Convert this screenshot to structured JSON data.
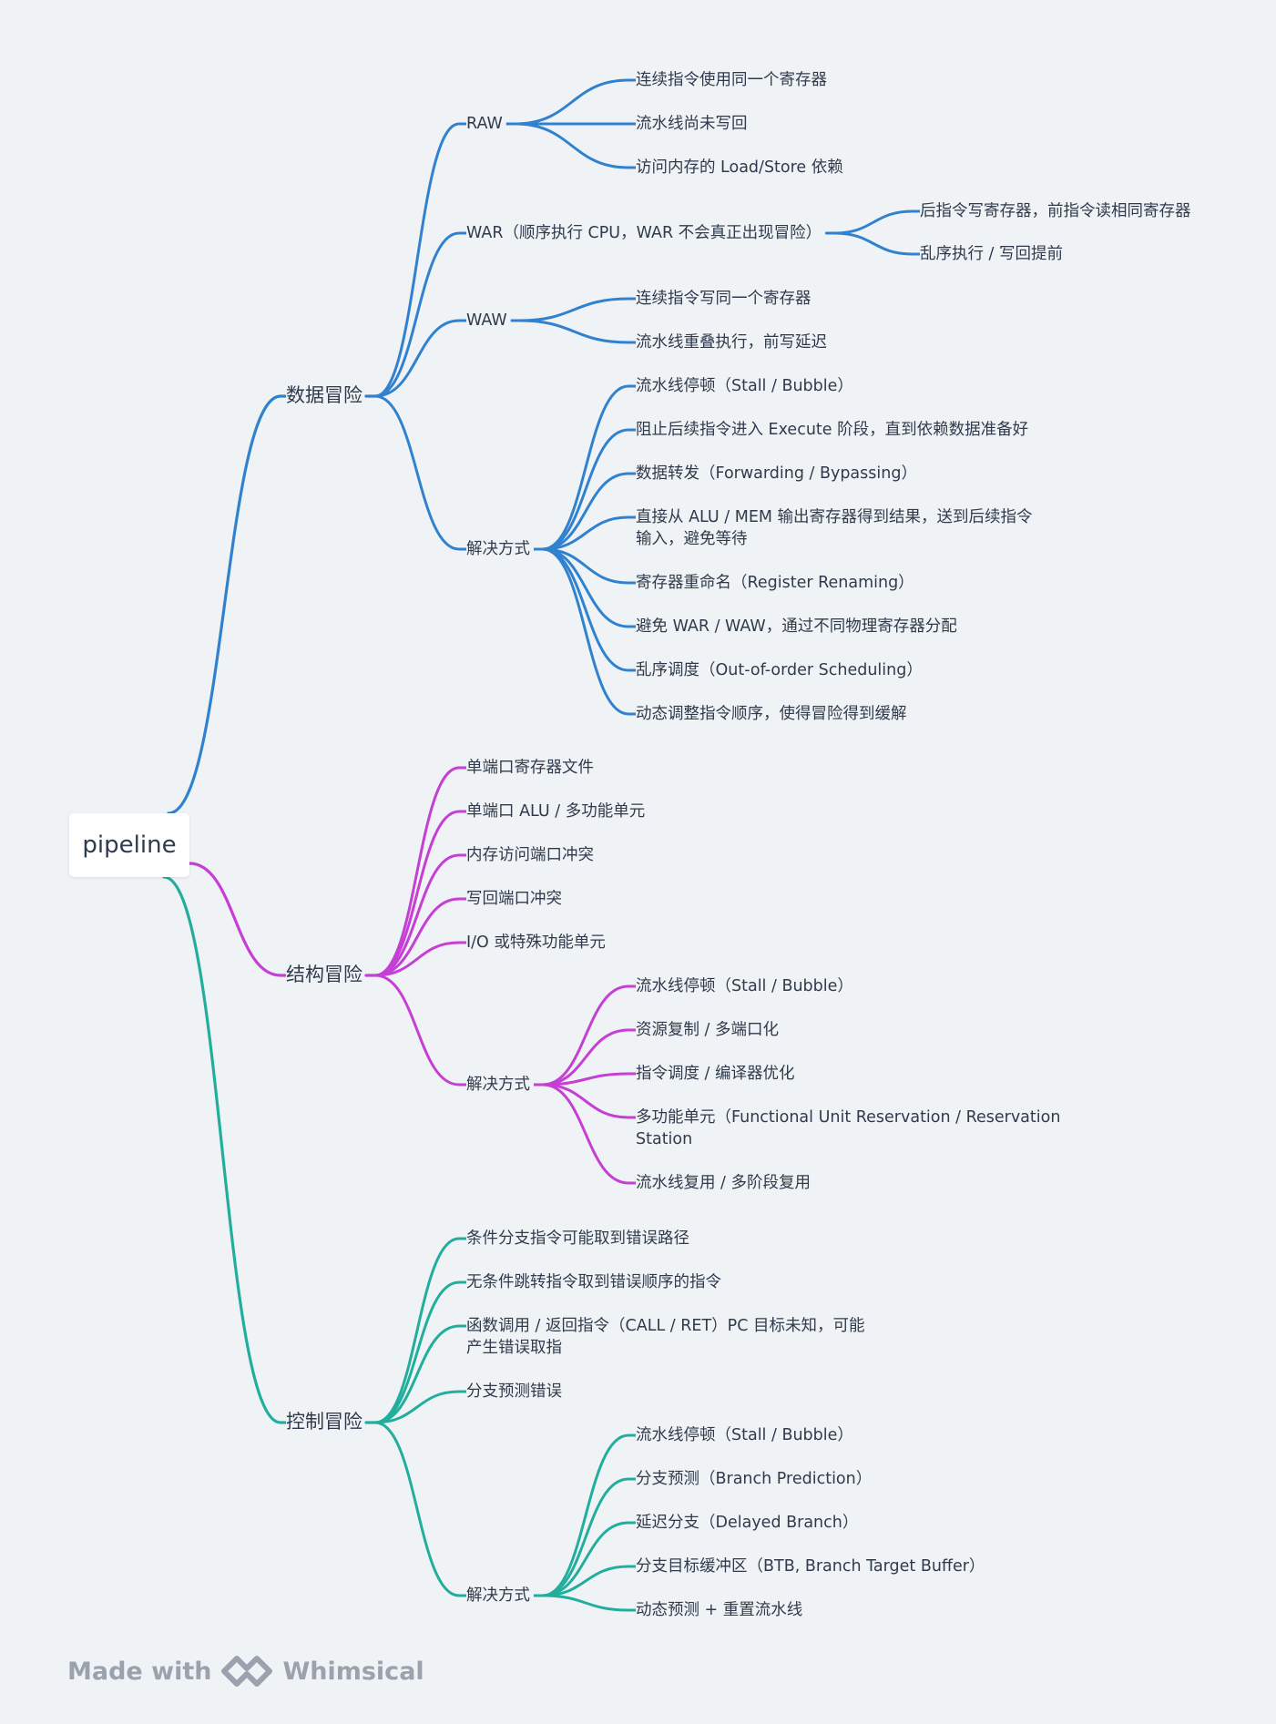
{
  "root": {
    "label": "pipeline"
  },
  "branches": [
    {
      "label": "数据冒险",
      "color": "#3182ce",
      "children": [
        {
          "label": "RAW",
          "children": [
            {
              "label": "连续指令使用同一个寄存器"
            },
            {
              "label": "流水线尚未写回"
            },
            {
              "label": "访问内存的 Load/Store 依赖"
            }
          ]
        },
        {
          "label": "WAR（顺序执行 CPU，WAR 不会真正出现冒险）",
          "children": [
            {
              "label": "后指令写寄存器，前指令读相同寄存器"
            },
            {
              "label": "乱序执行 / 写回提前"
            }
          ]
        },
        {
          "label": "WAW",
          "children": [
            {
              "label": "连续指令写同一个寄存器"
            },
            {
              "label": "流水线重叠执行，前写延迟"
            }
          ]
        },
        {
          "label": "解决方式",
          "children": [
            {
              "label": "流水线停顿（Stall / Bubble）"
            },
            {
              "label": "阻止后续指令进入 Execute 阶段，直到依赖数据准备好"
            },
            {
              "label": "数据转发（Forwarding / Bypassing）"
            },
            {
              "label": "直接从 ALU / MEM 输出寄存器得到结果，送到后续指令",
              "label2": "输入，避免等待"
            },
            {
              "label": "寄存器重命名（Register Renaming）"
            },
            {
              "label": "避免 WAR / WAW，通过不同物理寄存器分配"
            },
            {
              "label": "乱序调度（Out-of-order Scheduling）"
            },
            {
              "label": "动态调整指令顺序，使得冒险得到缓解"
            }
          ]
        }
      ]
    },
    {
      "label": "结构冒险",
      "color": "#c53fd4",
      "children": [
        {
          "label": "单端口寄存器文件"
        },
        {
          "label": "单端口 ALU / 多功能单元"
        },
        {
          "label": "内存访问端口冲突"
        },
        {
          "label": "写回端口冲突"
        },
        {
          "label": "I/O 或特殊功能单元"
        },
        {
          "label": "解决方式",
          "children": [
            {
              "label": "流水线停顿（Stall / Bubble）"
            },
            {
              "label": "资源复制 / 多端口化"
            },
            {
              "label": "指令调度 / 编译器优化"
            },
            {
              "label": "多功能单元（Functional Unit Reservation / Reservation",
              "label2": "Station"
            },
            {
              "label": "流水线复用 / 多阶段复用"
            }
          ]
        }
      ]
    },
    {
      "label": "控制冒险",
      "color": "#22ae9d",
      "children": [
        {
          "label": "条件分支指令可能取到错误路径"
        },
        {
          "label": "无条件跳转指令取到错误顺序的指令"
        },
        {
          "label": "函数调用 / 返回指令（CALL / RET）PC 目标未知，可能",
          "label2": "产生错误取指"
        },
        {
          "label": "分支预测错误"
        },
        {
          "label": "解决方式",
          "children": [
            {
              "label": "流水线停顿（Stall / Bubble）"
            },
            {
              "label": "分支预测（Branch Prediction）"
            },
            {
              "label": "延迟分支（Delayed Branch）"
            },
            {
              "label": "分支目标缓冲区（BTB, Branch Target Buffer）"
            },
            {
              "label": "动态预测 + 重置流水线"
            }
          ]
        }
      ]
    }
  ],
  "footer": {
    "made_with": "Made with",
    "brand": "Whimsical"
  }
}
